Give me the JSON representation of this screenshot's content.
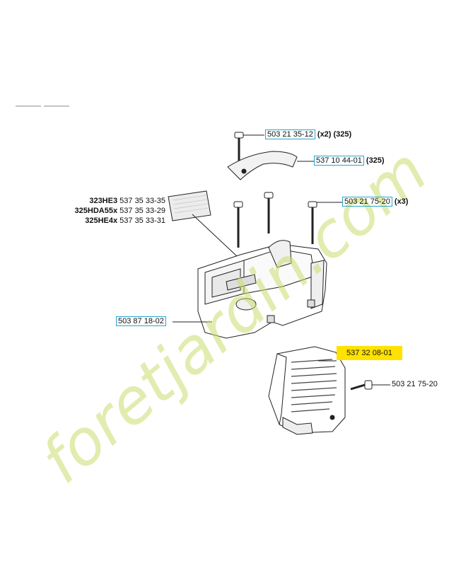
{
  "watermark": "foretjardin.com",
  "part_labels": {
    "screw_top": {
      "number": "503 21 35-12",
      "note": "(x2) (325)"
    },
    "bracket": {
      "number": "537 10 44-01",
      "note": "(325)"
    },
    "screw_x3": {
      "number": "503 21 75-20",
      "note": "(x3)"
    },
    "cover": {
      "number": "503 87 18-02"
    },
    "air_guide": {
      "number": "537 32 08-01"
    },
    "screw_guide": {
      "number": "503 21 75-20"
    }
  },
  "decal_variants": [
    {
      "model": "323HE3",
      "number": "537 35 33-35"
    },
    {
      "model": "325HDA55x",
      "number": "537 35 33-29"
    },
    {
      "model": "325HE4x",
      "number": "537 35 33-31"
    }
  ],
  "colors": {
    "label_border": "#2aa6c9",
    "highlight": "#ffe200",
    "line": "#222222"
  }
}
